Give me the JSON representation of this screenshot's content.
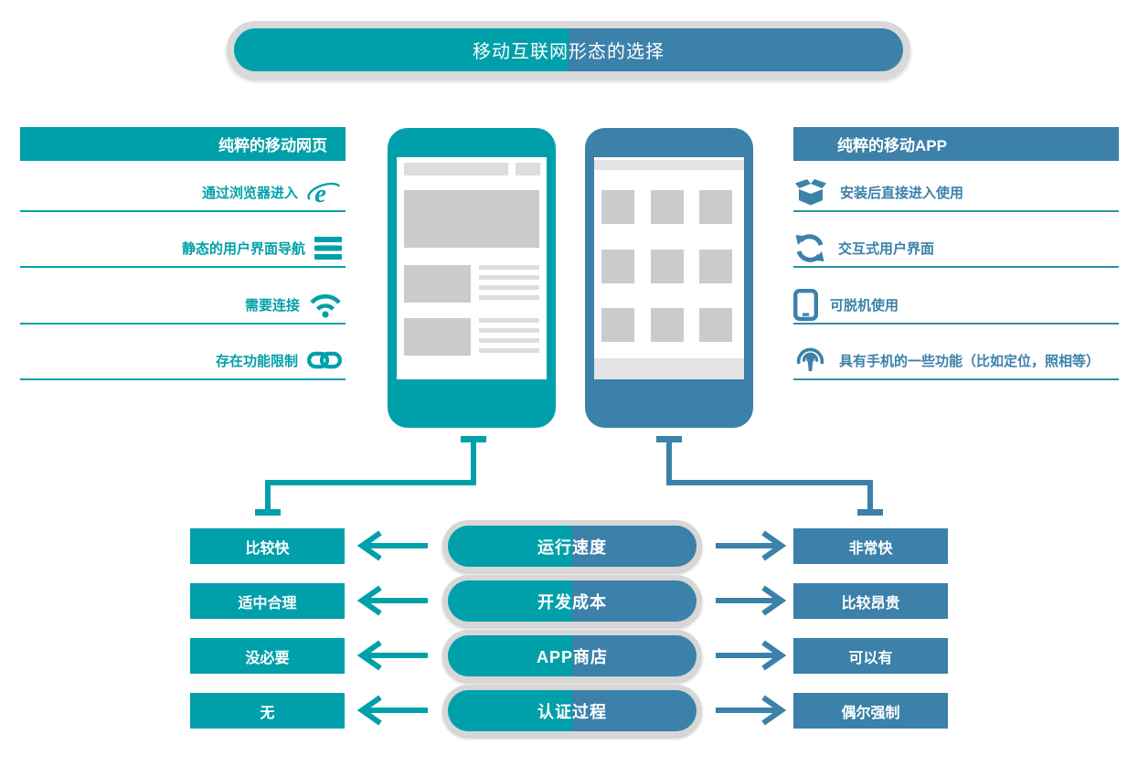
{
  "title": "移动互联网形态的选择",
  "colors": {
    "teal": "#00a0aa",
    "blue": "#3b81a9",
    "pill_border_gray": "#d7d7d7",
    "wireframe_gray": "#cbcbcb"
  },
  "left_panel": {
    "header": "纯粹的移动网页",
    "items": [
      {
        "label": "通过浏览器进入",
        "icon": "ie-browser-icon"
      },
      {
        "label": "静态的用户界面导航",
        "icon": "menu-icon"
      },
      {
        "label": "需要连接",
        "icon": "wifi-icon"
      },
      {
        "label": "存在功能限制",
        "icon": "link-icon"
      }
    ]
  },
  "right_panel": {
    "header": "纯粹的移动APP",
    "items": [
      {
        "label": "安装后直接进入使用",
        "icon": "package-box-icon"
      },
      {
        "label": "交互式用户界面",
        "icon": "sync-arrows-icon"
      },
      {
        "label": "可脱机使用",
        "icon": "tablet-icon"
      },
      {
        "label": "具有手机的一些功能（比如定位，照相等）",
        "icon": "broadcast-icon"
      }
    ]
  },
  "comparison": {
    "rows": [
      {
        "left": "比较快",
        "center": "运行速度",
        "right": "非常快"
      },
      {
        "left": "适中合理",
        "center": "开发成本",
        "right": "比较昂贵"
      },
      {
        "left": "没必要",
        "center": "APP商店",
        "right": "可以有"
      },
      {
        "left": "无",
        "center": "认证过程",
        "right": "偶尔强制"
      }
    ]
  }
}
